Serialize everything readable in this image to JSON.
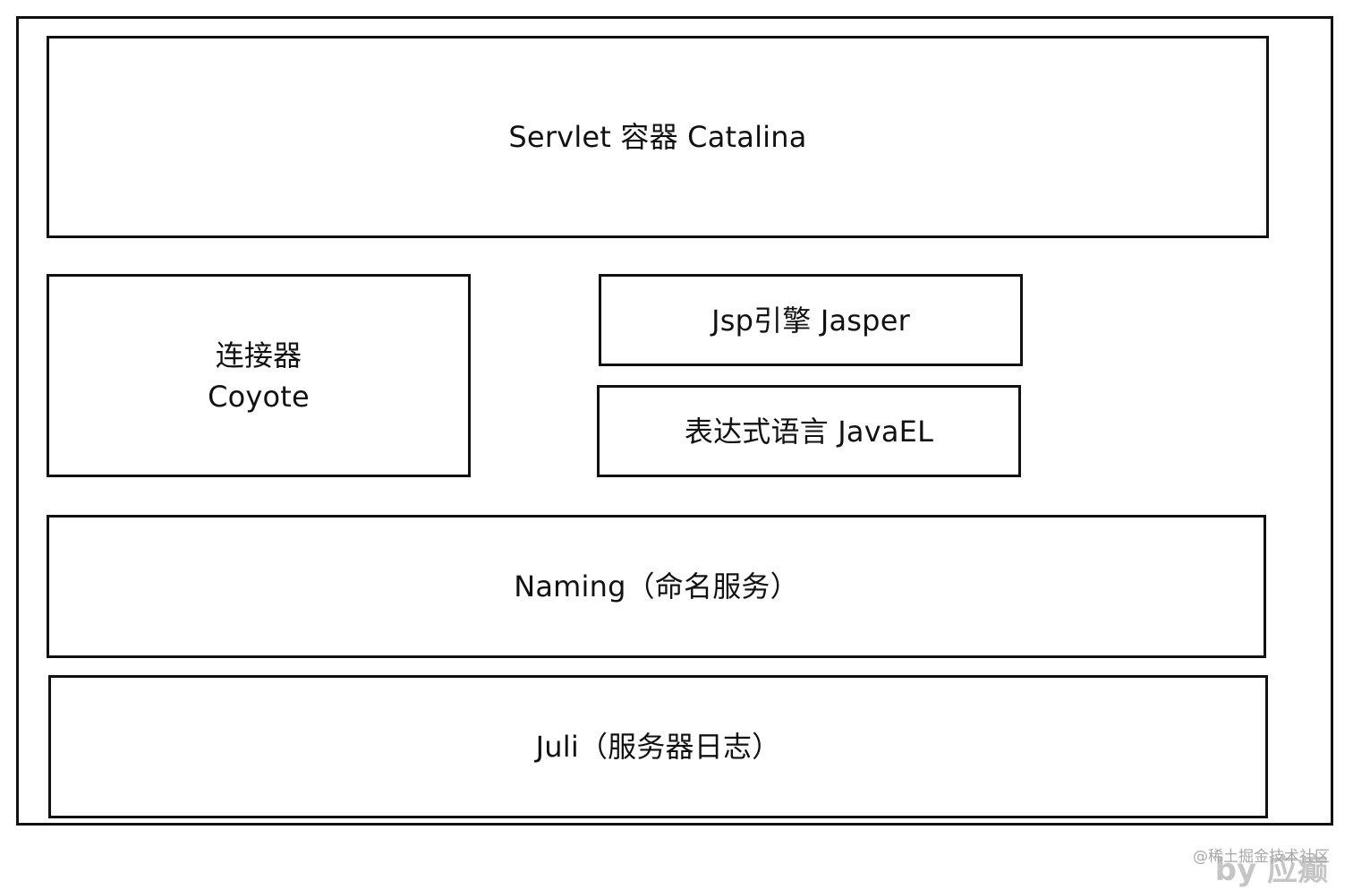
{
  "components": {
    "catalina": "Servlet 容器 Catalina",
    "coyote": [
      "连接器",
      "Coyote"
    ],
    "jasper": "Jsp引擎 Jasper",
    "javael": "表达式语言 JavaEL",
    "naming": "Naming（命名服务）",
    "juli": "Juli（服务器日志）"
  },
  "watermark": {
    "site": "@稀土掘金技术社区",
    "author": "by 应癫"
  }
}
